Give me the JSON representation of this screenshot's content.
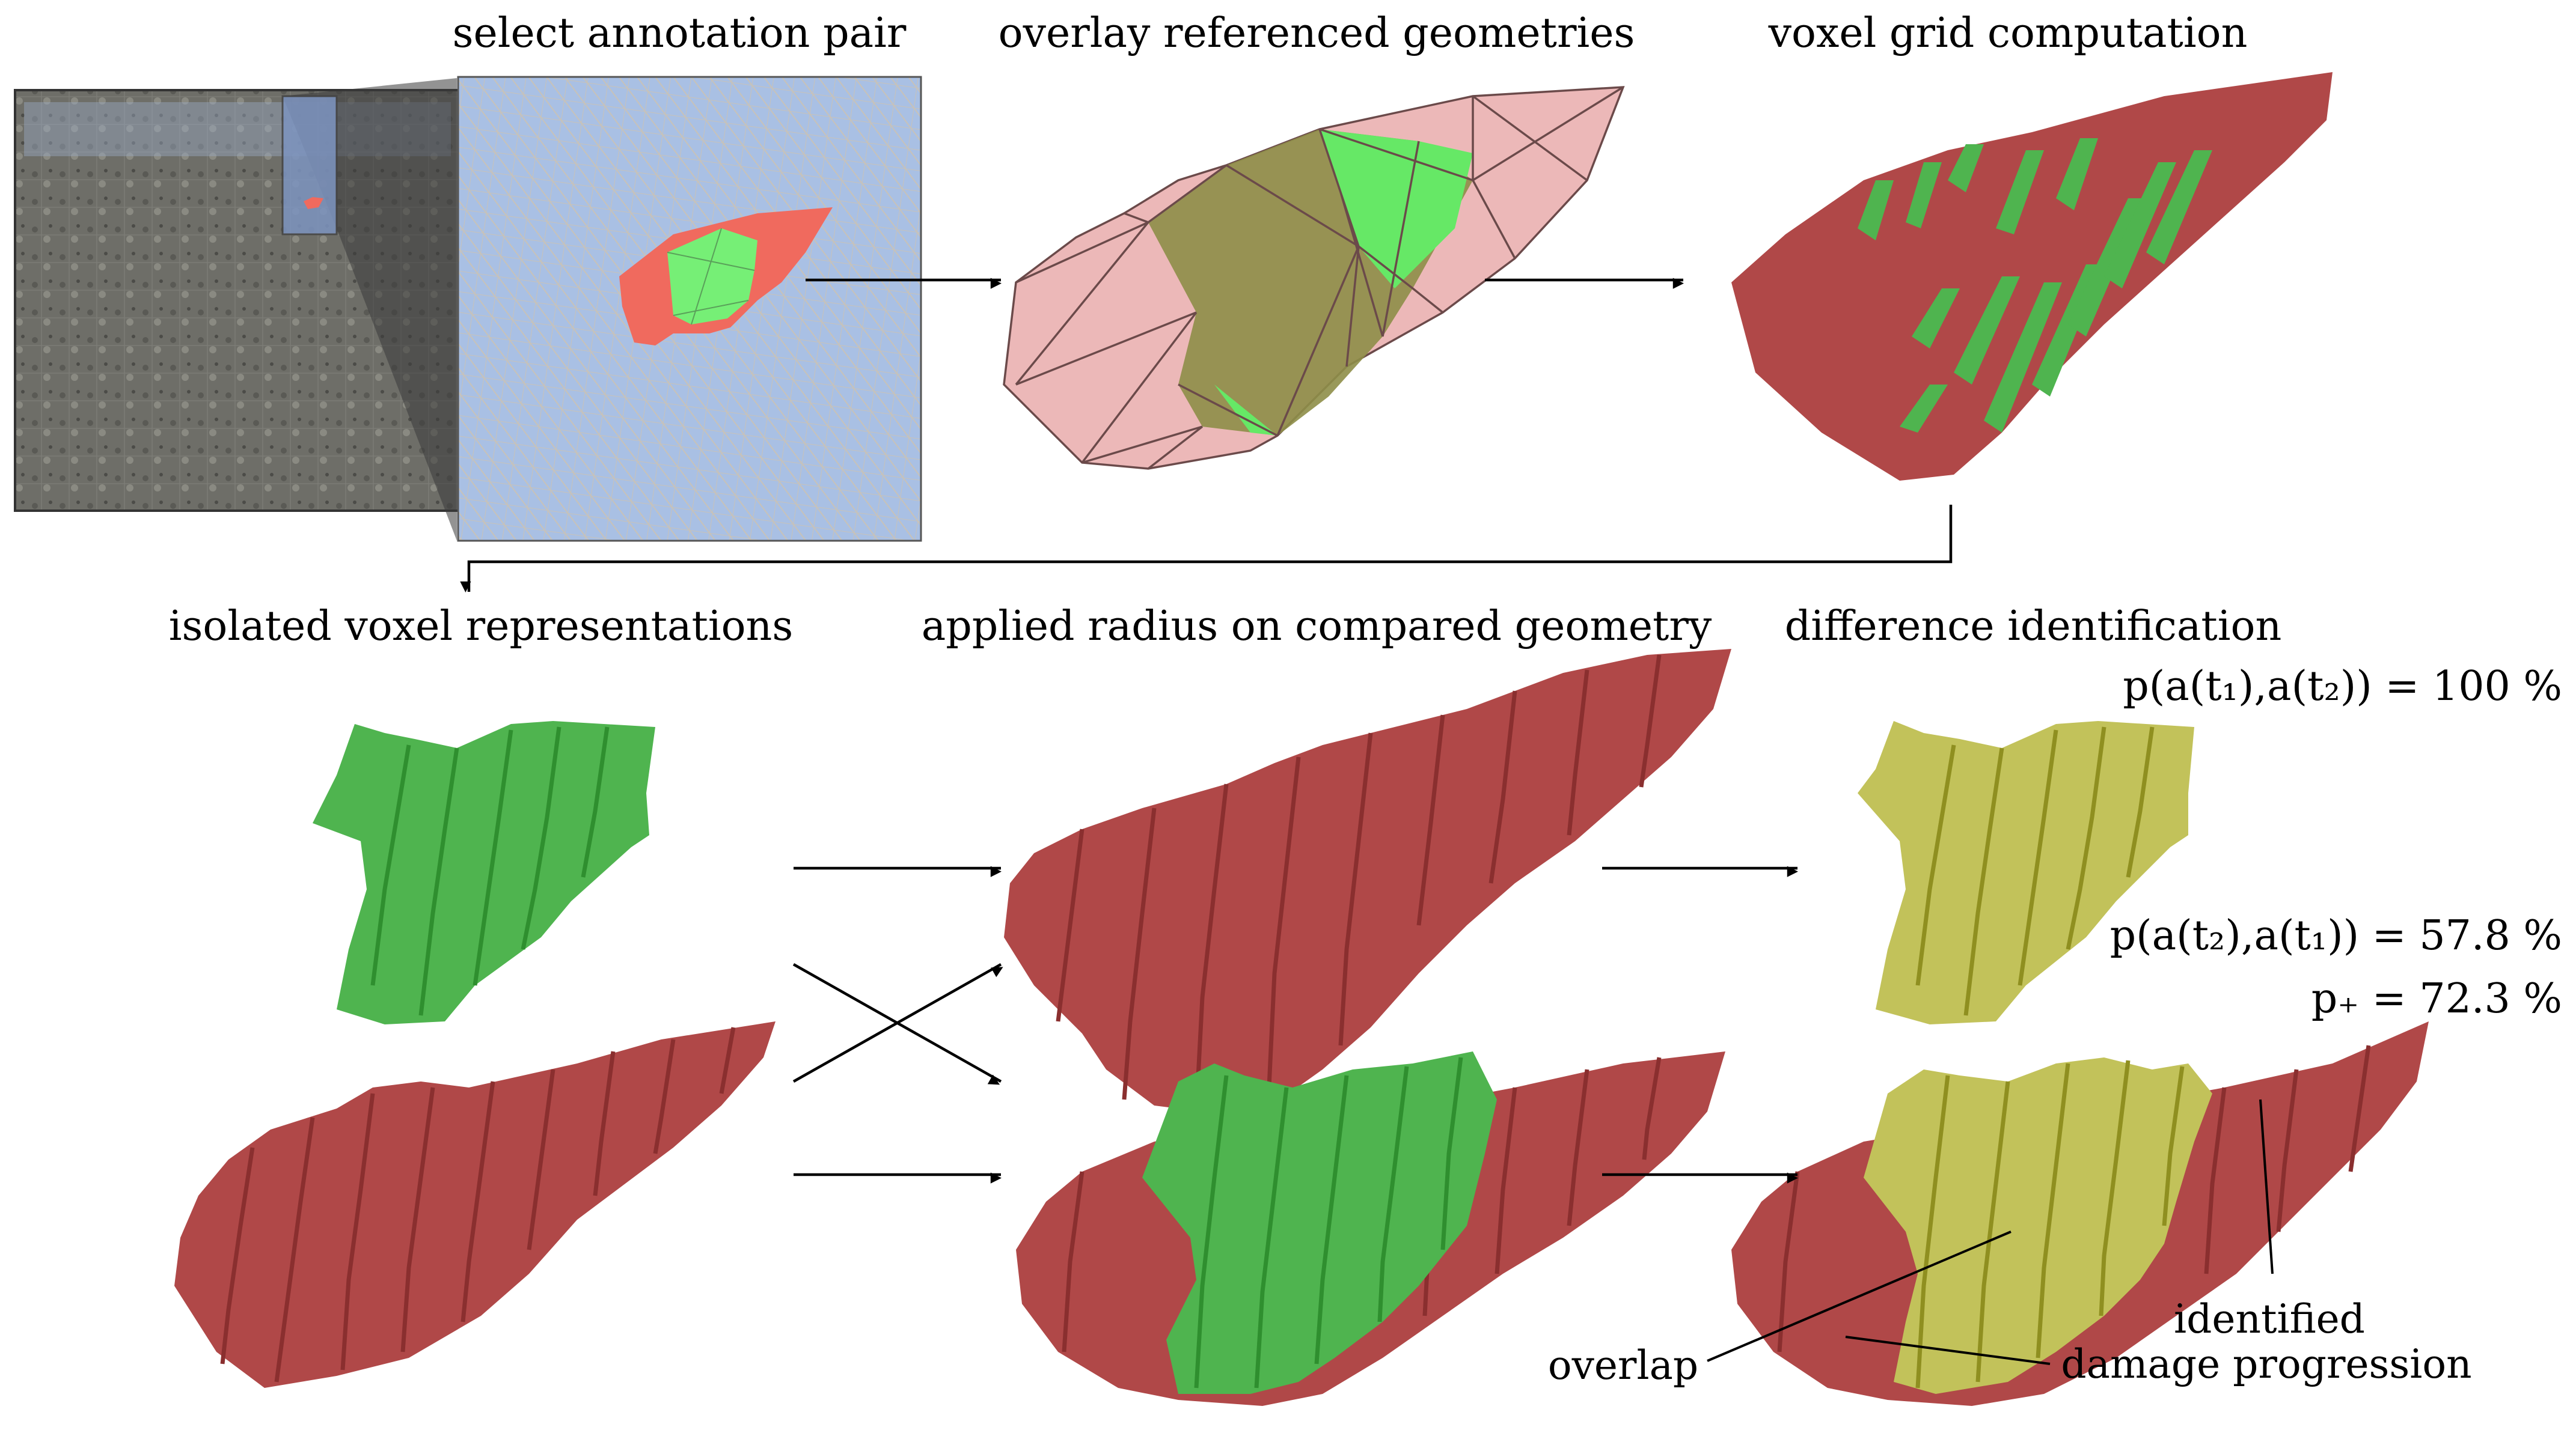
{
  "headings": {
    "select": "select annotation pair",
    "overlay": "overlay referenced geometries",
    "voxel_grid": "voxel grid computation",
    "isolated": "isolated voxel representations",
    "radius": "applied radius on compared geometry",
    "difference": "difference identification"
  },
  "formulas": {
    "p12": "p(a(t₁),a(t₂)) = 100 %",
    "p21": "p(a(t₂),a(t₁)) = 57.8 %",
    "pplus": "p₊ = 72.3 %"
  },
  "annotations": {
    "overlap": "overlap",
    "identified_line1": "identified",
    "identified_line2": "damage progression"
  },
  "colors": {
    "red_voxel": "#b04848",
    "red_voxel_dark": "#8a2f2f",
    "green_voxel": "#4fb44f",
    "yellow_voxel": "#c2c25a",
    "pink_mesh": "#ecb8b8",
    "olive_mesh": "#8e8e48",
    "bright_green": "#66e866",
    "annotation_red": "#f06a5e",
    "photo_blue": "#a9c0e4",
    "photo_wall": "#6e6e68"
  }
}
